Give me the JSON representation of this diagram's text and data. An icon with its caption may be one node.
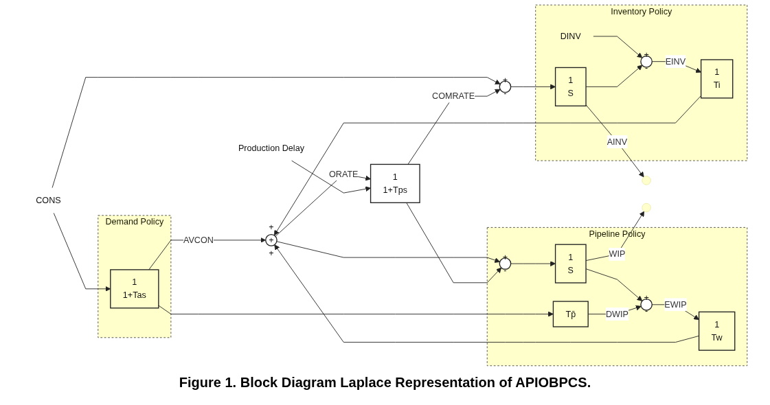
{
  "diagram": {
    "caption": "Figure 1.  Block Diagram Laplace Representation of APIOBPCS.",
    "nodes": [
      {
        "text": [
          "Demand Policy"
        ]
      },
      {
        "text": [
          "1",
          "1+Tas"
        ],
        "in": 0
      },
      {
        "text": [
          "CONS"
        ]
      },
      {
        "text": [
          "Inventory Policy"
        ]
      },
      {
        "text": [
          "DINV"
        ],
        "in": 3
      },
      {
        "text": [
          "+",
          "-"
        ],
        "in": 3
      },
      {
        "text": [
          "1",
          "Ti"
        ],
        "in": 3
      },
      {
        "text": [
          "+",
          "+",
          "+"
        ]
      },
      {
        "text": [
          "Production Delay"
        ]
      },
      {
        "text": [
          "1",
          "1+Tps"
        ]
      },
      {
        "text": [
          "+",
          "-"
        ]
      },
      {
        "text": [
          "1",
          "S"
        ],
        "in": 3
      },
      {
        "text": [
          "Pipeline Policy"
        ]
      },
      {
        "text": [
          "Tp̄"
        ],
        "in": 12
      },
      {
        "text": [
          "1",
          "Tw"
        ],
        "in": 12
      },
      {
        "text": [
          "+",
          "-"
        ],
        "in": 12
      },
      {
        "text": [
          "1",
          "S"
        ],
        "in": 12
      },
      {
        "text": [
          "+",
          "-"
        ],
        "in": 12
      }
    ],
    "edges": [
      {
        "from": 2,
        "to": 1,
        "arrow": "to"
      },
      {
        "from": 2,
        "to": 10,
        "arrow": "to"
      },
      {
        "from": 1,
        "to": 7,
        "arrow": "to",
        "label": "AVCON"
      },
      {
        "from": 1,
        "to": 13,
        "arrow": "to"
      },
      {
        "from": 4,
        "to": 5,
        "arrow": "to"
      },
      {
        "from": 5,
        "to": 6,
        "arrow": "to",
        "label": "EINV"
      },
      {
        "from": 6,
        "to": 7,
        "arrow": "to"
      },
      {
        "from": 14,
        "to": 7,
        "arrow": "to"
      },
      {
        "from": 7,
        "to": 9,
        "arrow": "to",
        "label": "ORATE"
      },
      {
        "from": 7,
        "to": 15,
        "arrow": "to"
      },
      {
        "from": 8,
        "to": 9,
        "arrow": "to"
      },
      {
        "from": 9,
        "to": 10,
        "arrow": "to",
        "label": "COMRATE"
      },
      {
        "from": 9,
        "to": 15,
        "arrow": "to"
      },
      {
        "from": 10,
        "to": 11,
        "arrow": "to"
      },
      {
        "from": 11,
        "to": null,
        "arrow": "to",
        "label": "AINV"
      },
      {
        "from": 11,
        "to": 5,
        "arrow": "to"
      },
      {
        "from": 15,
        "to": 16,
        "arrow": "to"
      },
      {
        "from": 16,
        "to": null,
        "arrow": "to",
        "label": "WIP"
      },
      {
        "from": 16,
        "to": 17,
        "arrow": "to"
      },
      {
        "from": 13,
        "to": 17,
        "arrow": "to",
        "label": "DWIP"
      },
      {
        "from": 17,
        "to": 14,
        "arrow": "to",
        "label": "EWIP"
      }
    ]
  }
}
